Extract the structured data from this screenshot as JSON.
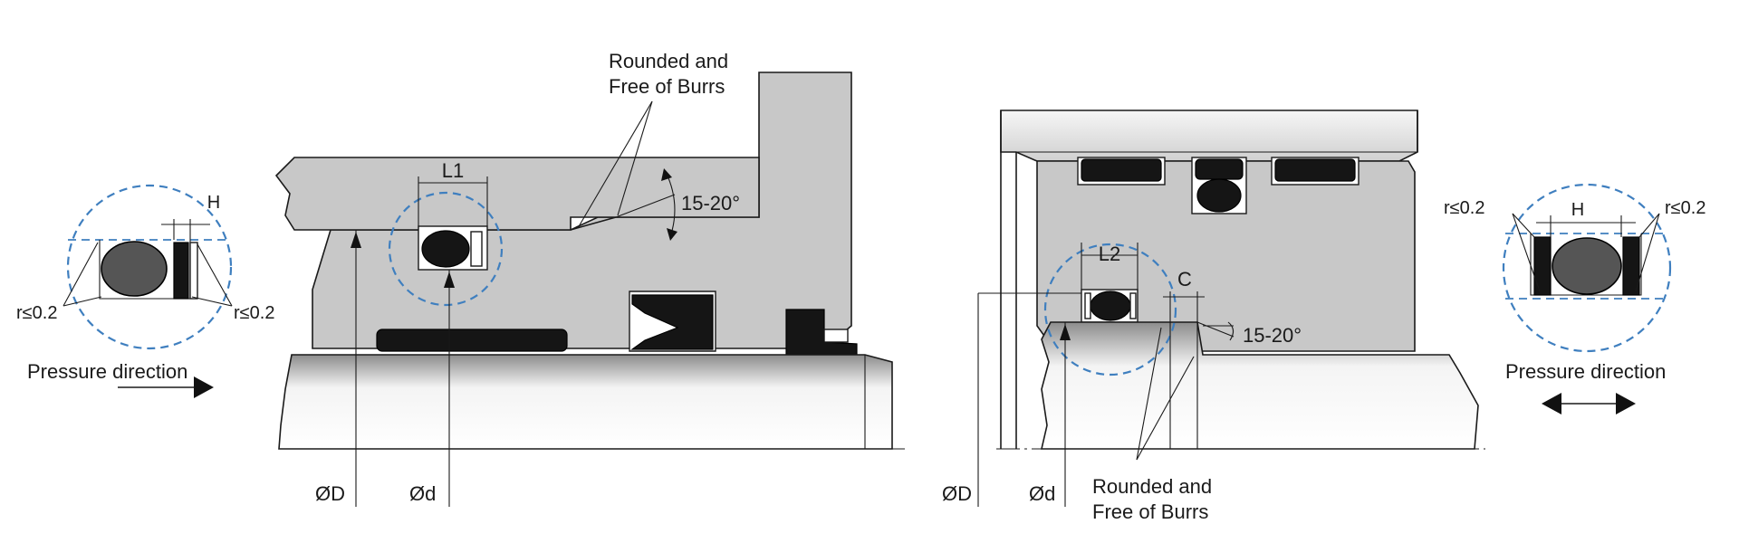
{
  "left": {
    "rounded_line1": "Rounded and",
    "rounded_line2": "Free of Burrs",
    "dim_l1": "L1",
    "angle": "15-20°",
    "dim_od": "ØD",
    "dim_id": "Ød",
    "detail": {
      "dim_h": "H",
      "radius_left": "r≤0.2",
      "radius_right": "r≤0.2",
      "pressure": "Pressure direction"
    }
  },
  "right": {
    "dim_l2": "L2",
    "dim_c": "C",
    "angle": "15-20°",
    "dim_od": "ØD",
    "dim_id": "Ød",
    "rounded_line1": "Rounded and",
    "rounded_line2": "Free of Burrs",
    "detail": {
      "dim_h": "H",
      "radius_left": "r≤0.2",
      "radius_right": "r≤0.2",
      "pressure": "Pressure direction"
    }
  },
  "colors": {
    "housing_fill": "#c8c8c8",
    "seal_fill": "#151515",
    "oring_fill": "#555555",
    "detail_circle": "#3f7fbf"
  }
}
